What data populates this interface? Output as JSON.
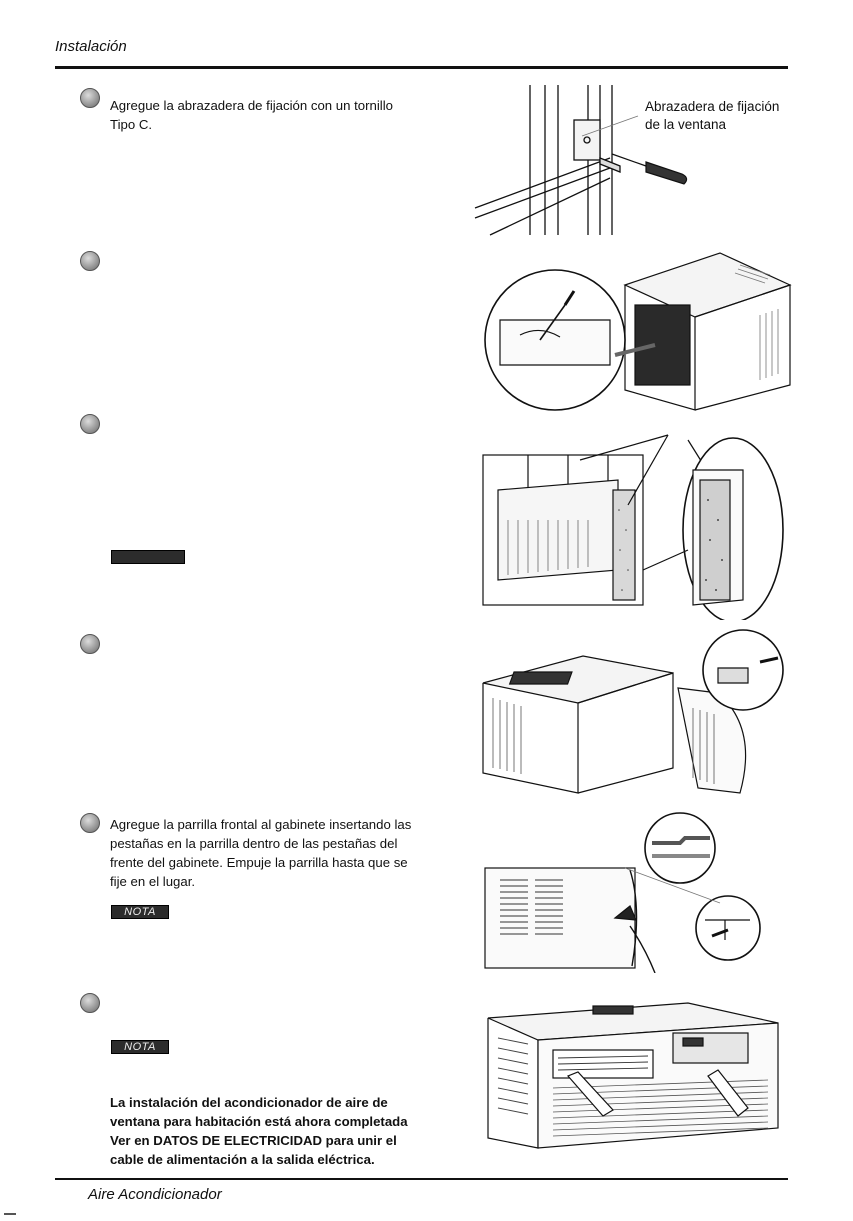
{
  "header": {
    "title": "Instalación"
  },
  "footer": {
    "title": "Aire Acondicionador"
  },
  "steps": [
    {
      "text_lines": [
        "Agregue la abrazadera de fijación con un tornillo",
        "Tipo C."
      ]
    },
    {
      "text_lines": []
    },
    {
      "text_lines": [],
      "note_label": ""
    },
    {
      "text_lines": []
    },
    {
      "text_lines": [
        "Agregue la parrilla frontal al gabinete insertando las",
        "pestañas en la parrilla dentro de las pestañas del",
        "frente del gabinete. Empuje la parrilla hasta que se",
        "fije en el lugar."
      ],
      "note_label": "NOTA"
    },
    {
      "text_lines": [],
      "note_label": "NOTA",
      "completion_lines": [
        "La instalación del acondicionador de aire de",
        "ventana para habitación está  ahora completada",
        "Ver en DATOS DE ELECTRICIDAD para unir el",
        "cable de alimentación a la salida eléctrica."
      ]
    }
  ],
  "figures": {
    "window_bracket": {
      "callout_lines": [
        "Abrazadera de fijación",
        "de la ventana"
      ]
    }
  }
}
